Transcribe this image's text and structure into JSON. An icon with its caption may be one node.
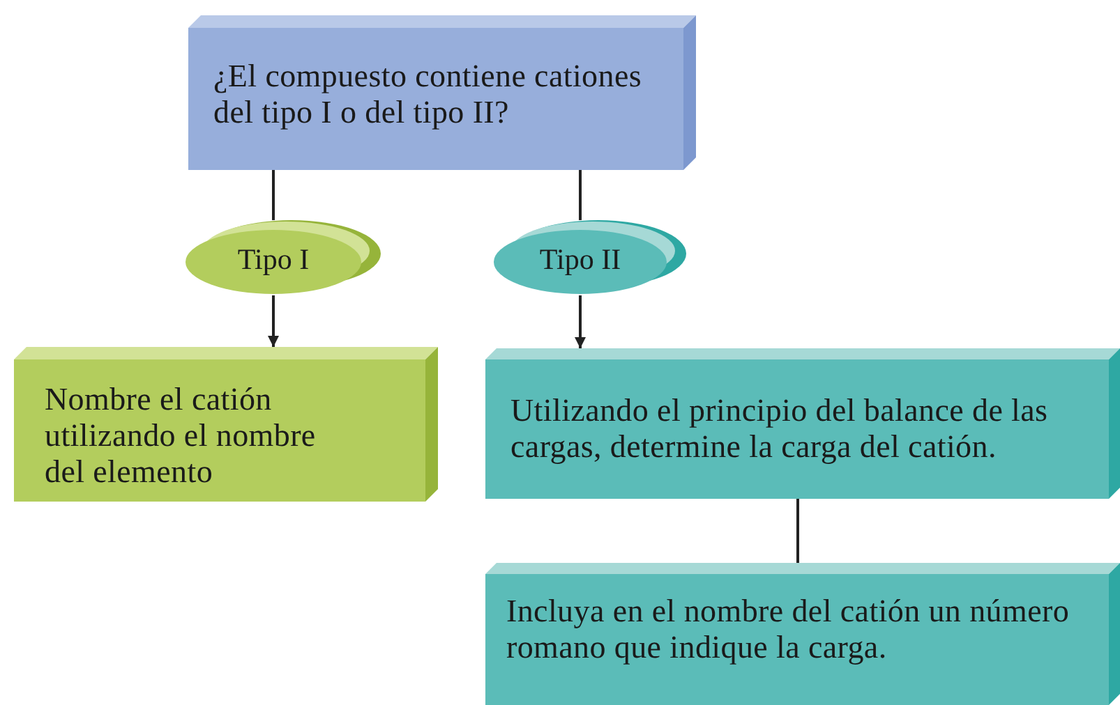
{
  "diagram": {
    "nodes": [
      {
        "text": [
          "¿El compuesto contiene cationes del tipo I o del tipo II?"
        ]
      },
      {
        "text": [
          "Tipo I"
        ]
      },
      {
        "text": [
          "Tipo II"
        ]
      },
      {
        "text": [
          "Nombre el catión utilizando el nombre del elemento"
        ]
      },
      {
        "text": [
          "Utilizando el principio del balance de las cargas, determine la carga del catión."
        ]
      },
      {
        "text": [
          "Incluya en el nombre del catión un número romano que indique la carga."
        ]
      }
    ],
    "edges": [
      {
        "from": 0,
        "to": 1,
        "arrow": "none"
      },
      {
        "from": 0,
        "to": 2,
        "arrow": "none"
      },
      {
        "from": 1,
        "to": 3,
        "arrow": "to"
      },
      {
        "from": 2,
        "to": 4,
        "arrow": "to"
      },
      {
        "from": 4,
        "to": 5,
        "arrow": "none"
      }
    ]
  }
}
